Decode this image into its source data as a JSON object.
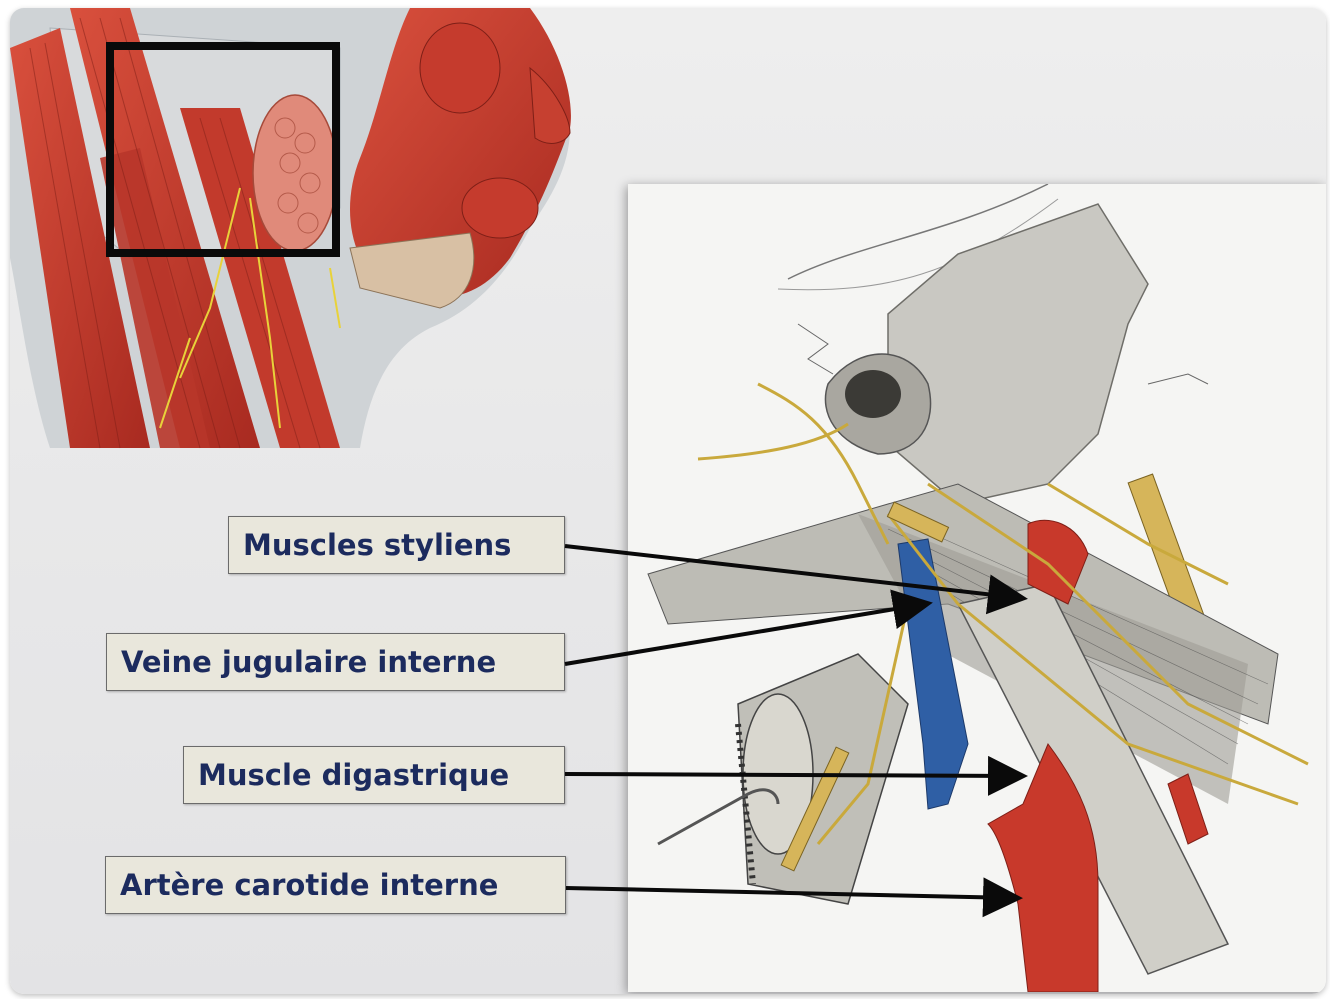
{
  "labels": {
    "muscles_styliens": "Muscles styliens",
    "veine_jugulaire": "Veine jugulaire interne",
    "muscle_digastrique": "Muscle digastrique",
    "artere_carotide": "Artère carotide interne"
  },
  "colors": {
    "label_text": "#1c2b5e",
    "label_bg": "#e9e7dc",
    "muscle_red": "#c8392b",
    "vein_blue": "#2f5fa5",
    "nerve_yellow": "#d9b64a",
    "bone_grey": "#b9b7b0"
  }
}
